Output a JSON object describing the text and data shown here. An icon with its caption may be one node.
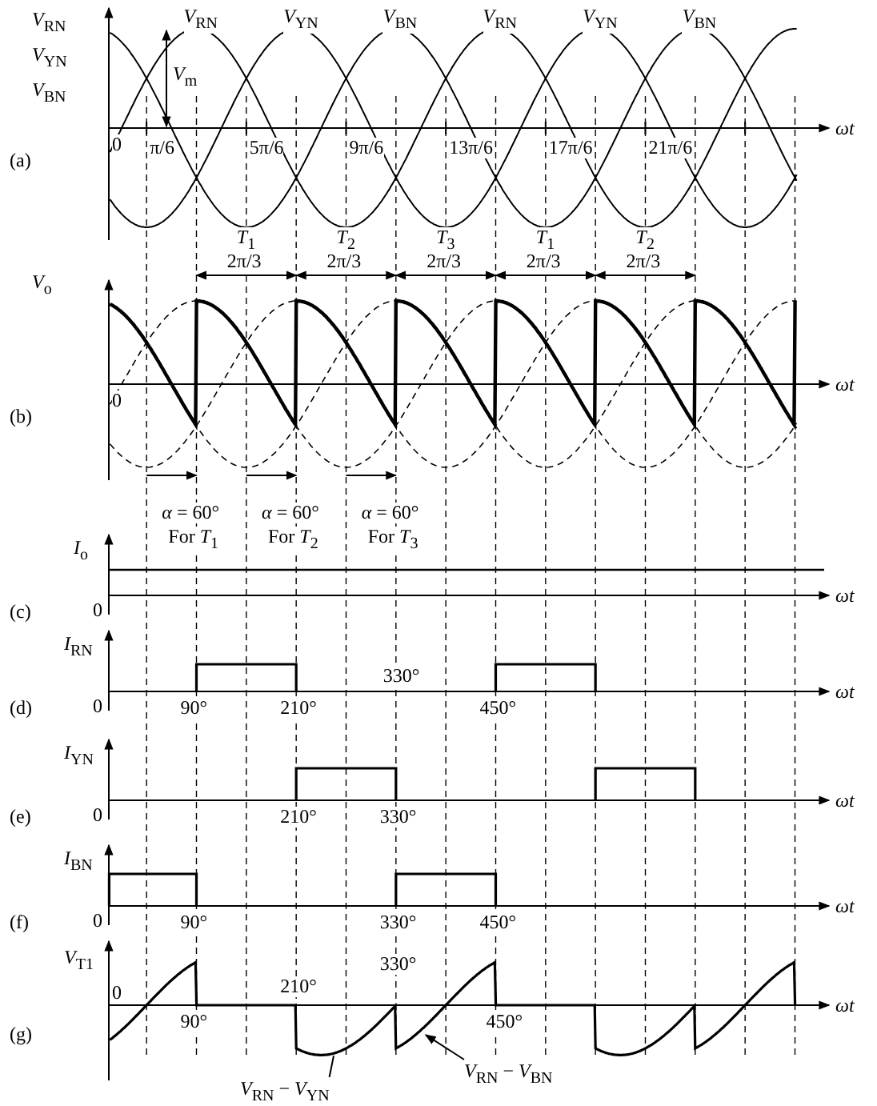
{
  "diagram": {
    "nodes": [
      {
        "text": [
          "*V*$_{RN}$ − *V*$_{YN}$"
        ]
      },
      {
        "text": [
          "*V*$_{RN}$ − *V*$_{BN}$"
        ]
      },
      {
        "text": [],
        "shape": "curve"
      }
    ],
    "edges": [
      {
        "from": 0,
        "to": 2,
        "arrow": "none"
      },
      {
        "from": 1,
        "to": 2,
        "arrow": "to"
      }
    ],
    "labels": [
      "*V*$_{RN}$",
      "*V*$_{YN}$",
      "*V*$_{BN}$",
      "*V*$_{RN}$",
      "*V*$_{YN}$",
      "*V*$_{BN}$",
      "*V*$_{RN}$",
      "*V*$_{YN}$",
      "*V*$_{BN}$",
      "*V*$_{m}$",
      "(a)",
      "0",
      "π/6",
      "5π/6",
      "9π/6",
      "13π/6",
      "17π/6",
      "21π/6",
      "ωt",
      "*V*$_{o}$",
      "*T*$_{1}$",
      "2π/3",
      "*T*$_{2}$",
      "2π/3",
      "*T*$_{3}$",
      "2π/3",
      "*T*$_{1}$",
      "2π/3",
      "*T*$_{2}$",
      "2π/3",
      "(b)",
      "0",
      "ωt",
      "*α* = 60°",
      "For *T*$_{1}$",
      "*α* = 60°",
      "For *T*$_{2}$",
      "*α* = 60°",
      "For *T*$_{3}$",
      "(c)",
      "*I*$_{o}$",
      "0",
      "ωt",
      "(d)",
      "*I*$_{RN}$",
      "0",
      "90°",
      "210°",
      "330°",
      "450°",
      "ωt",
      "(e)",
      "*I*$_{YN}$",
      "0",
      "210°",
      "330°",
      "ωt",
      "(f)",
      "*I*$_{BN}$",
      "0",
      "90°",
      "330°",
      "450°",
      "ωt",
      "(g)",
      "*V*$_{T1}$",
      "0",
      "90°",
      "210°",
      "330°",
      "450°",
      "ωt"
    ]
  }
}
